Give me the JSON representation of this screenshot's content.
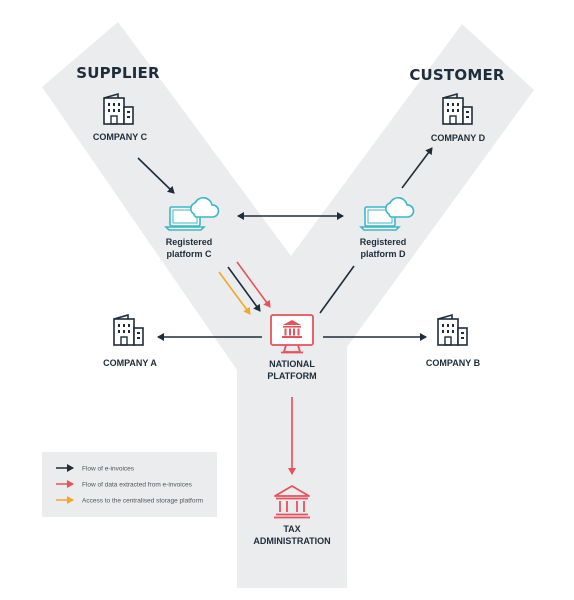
{
  "sides": {
    "supplier": "SUPPLIER",
    "customer": "CUSTOMER"
  },
  "companies": {
    "c": "COMPANY C",
    "d": "COMPANY D",
    "a": "COMPANY A",
    "b": "COMPANY B"
  },
  "platforms": {
    "c_line1": "Registered",
    "c_line2": "platform C",
    "d_line1": "Registered",
    "d_line2": "platform D"
  },
  "national": {
    "line1": "NATIONAL",
    "line2": "PLATFORM"
  },
  "tax": {
    "line1": "TAX",
    "line2": "ADMINISTRATION"
  },
  "legend": {
    "items": [
      {
        "label": "Flow of e-invoices",
        "color": "#1e2d3b"
      },
      {
        "label": "Flow of data extracted from e-invoices",
        "color": "#e8505b"
      },
      {
        "label": "Access to the centralised storage platform",
        "color": "#f5a623"
      }
    ]
  },
  "icons": {
    "building": "building-icon",
    "cloud_laptop": "cloud-laptop-icon",
    "government_monitor": "government-monitor-icon",
    "government": "government-building-icon"
  },
  "colors": {
    "background_y": "#ebeced",
    "dark": "#1e2d3b",
    "red": "#e8505b",
    "orange": "#f5a623",
    "teal": "#3cb6c7"
  }
}
